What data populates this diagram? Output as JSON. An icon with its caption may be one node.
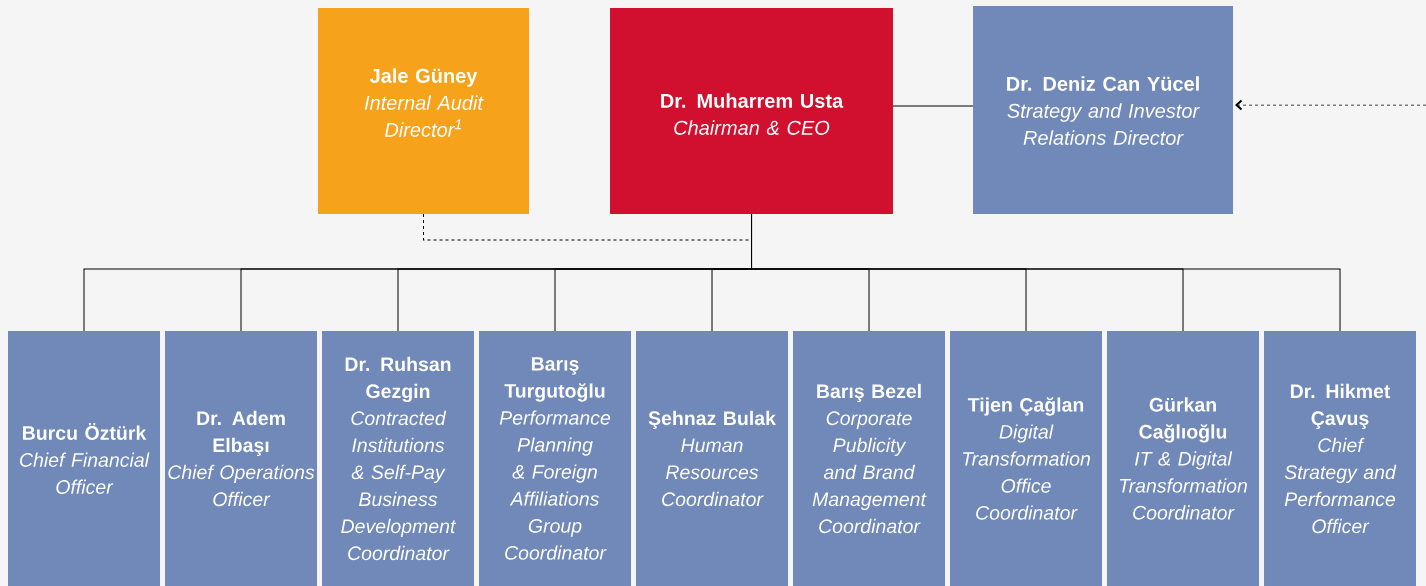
{
  "diagram": {
    "nodes": [
      {
        "text": [
          "Jale Güney",
          "Internal Audit Director$^{1}$"
        ]
      },
      {
        "text": [
          "Dr. Muharrem Usta",
          "Chairman & CEO"
        ]
      },
      {
        "text": [
          "Dr. Deniz Can Yücel",
          "Strategy and Investor Relations Director"
        ]
      },
      {
        "text": [
          "Burcu Öztürk",
          "Chief Financial Officer"
        ]
      },
      {
        "text": [
          "Dr. Adem Elbaşı",
          "Chief Operations Officer"
        ]
      },
      {
        "text": [
          "Dr. Ruhsan Gezgin",
          "Contracted Institutions & Self-Pay Business Development Coordinator"
        ]
      },
      {
        "text": [
          "Barış Turgutoğlu",
          "Performance Planning & Foreign Affiliations Group Coordinator"
        ]
      },
      {
        "text": [
          "Şehnaz Bulak",
          "Human Resources Coordinator"
        ]
      },
      {
        "text": [
          "Barış Bezel",
          "Corporate Publicity and Brand Management Coordinator"
        ]
      },
      {
        "text": [
          "Tijen Çağlan",
          "Digital Transformation Office Coordinator"
        ]
      },
      {
        "text": [
          "Gürkan Cağlıoğlu",
          "IT & Digital Transformation Coordinator"
        ]
      },
      {
        "text": [
          "Dr. Hikmet Çavuş",
          "Chief Strategy and Performance Officer"
        ]
      }
    ],
    "edges": [
      {
        "from": 0,
        "to": 1,
        "arrow": "none",
        "style": "dashed"
      },
      {
        "from": 1,
        "to": 2,
        "arrow": "none"
      },
      {
        "from": null,
        "to": 2,
        "arrow": "to",
        "style": "dashed"
      },
      {
        "from": 1,
        "to": 3,
        "arrow": "none"
      },
      {
        "from": 1,
        "to": 4,
        "arrow": "none"
      },
      {
        "from": 1,
        "to": 5,
        "arrow": "none"
      },
      {
        "from": 1,
        "to": 6,
        "arrow": "none"
      },
      {
        "from": 1,
        "to": 7,
        "arrow": "none"
      },
      {
        "from": 1,
        "to": 8,
        "arrow": "none"
      },
      {
        "from": 1,
        "to": 9,
        "arrow": "none"
      },
      {
        "from": 1,
        "to": 10,
        "arrow": "none"
      },
      {
        "from": 1,
        "to": 11,
        "arrow": "none"
      }
    ]
  }
}
